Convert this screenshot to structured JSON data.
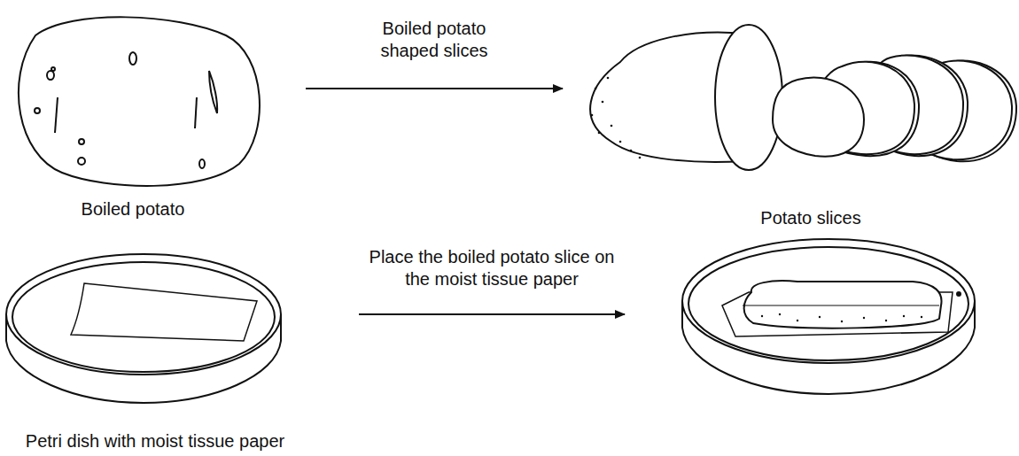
{
  "diagram": {
    "labels": [
      "Boiled potato shaped slices",
      "Boiled potato",
      "Potato slices",
      "Place the boiled potato slice on the moist tissue paper",
      "Petri dish with moist tissue paper"
    ]
  }
}
